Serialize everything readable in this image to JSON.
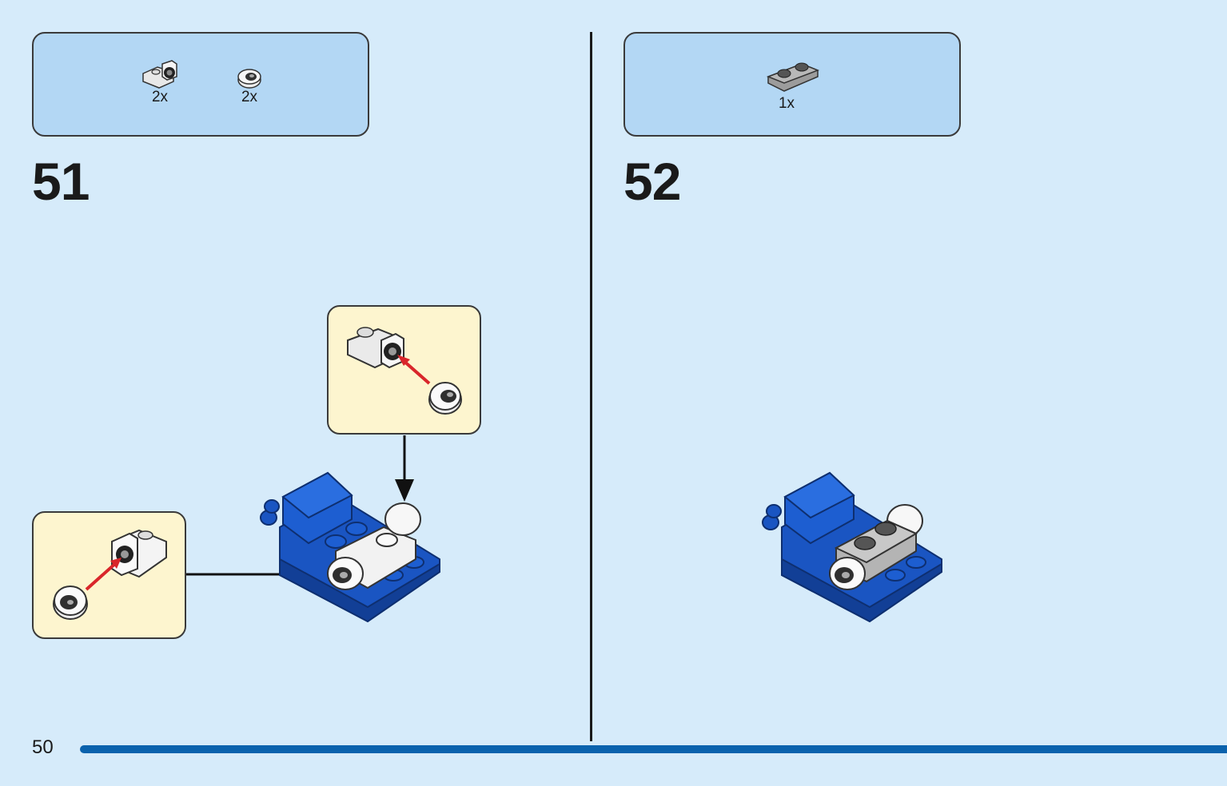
{
  "page": {
    "number": "50",
    "progress_fraction": 1.0
  },
  "steps": [
    {
      "number": "51",
      "parts": [
        {
          "icon": "bracket-with-round-tile-icon",
          "qty": "2x"
        },
        {
          "icon": "round-tile-eye-icon",
          "qty": "2x"
        }
      ]
    },
    {
      "number": "52",
      "parts": [
        {
          "icon": "gray-plate-1x2-icon",
          "qty": "1x"
        }
      ]
    }
  ],
  "colors": {
    "background": "#d6ebfa",
    "parts_box": "#b3d7f4",
    "callout": "#fdf5cf",
    "brick_blue": "#1a55c2",
    "progress": "#0a62ad",
    "arrow_red": "#d9262b"
  }
}
